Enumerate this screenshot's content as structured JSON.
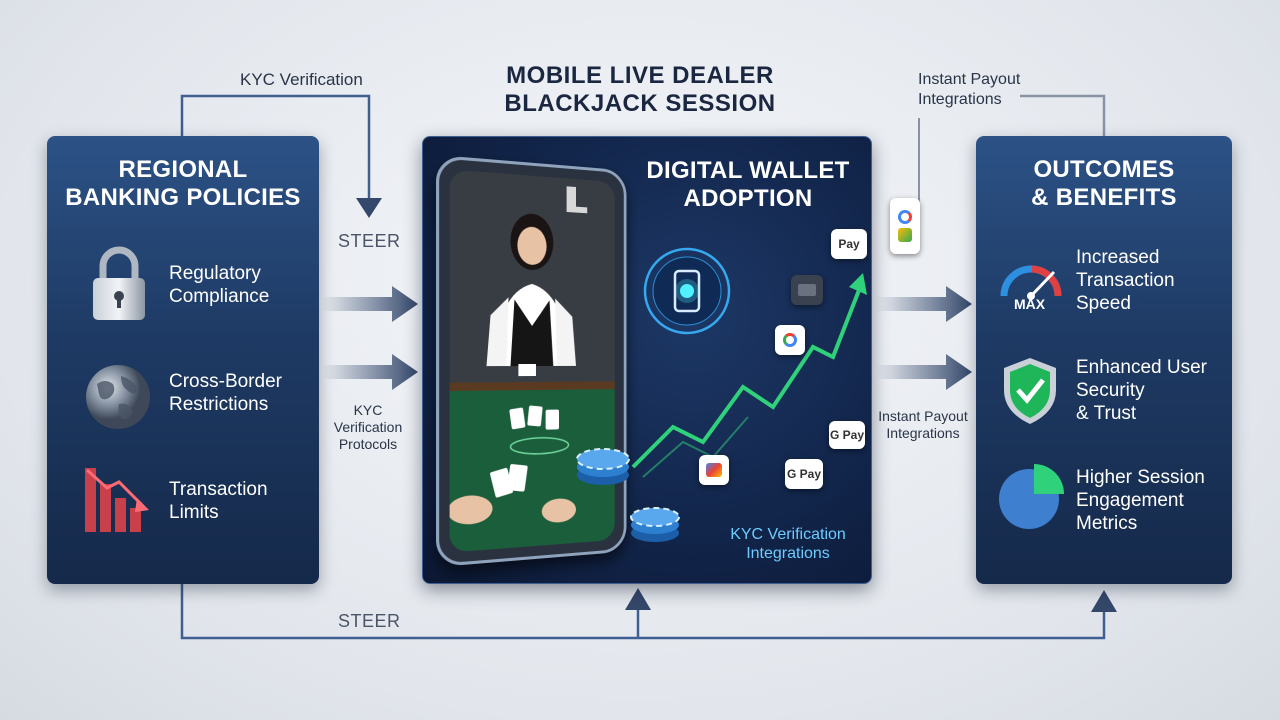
{
  "title": "MOBILE LIVE DEALER\nBLACKJACK SESSION",
  "labels": {
    "kyc_top": "KYC Verification",
    "steer_top": "STEER",
    "kyc_protocols": "KYC\nVerification\nProtocols",
    "steer_bottom": "STEER",
    "instant_payout_top": "Instant Payout\nIntegrations",
    "instant_payout_mid": "Instant Payout\nIntegrations"
  },
  "left_panel": {
    "title": "REGIONAL\nBANKING POLICIES",
    "items": [
      {
        "icon": "padlock-icon",
        "text": "Regulatory\nCompliance"
      },
      {
        "icon": "globe-icon",
        "text": "Cross-Border\nRestrictions"
      },
      {
        "icon": "declining-bars-icon",
        "text": "Transaction\nLimits"
      }
    ]
  },
  "center_panel": {
    "title": "DIGITAL WALLET\nADOPTION",
    "kyc_integrations": "KYC Verification\nIntegrations",
    "badges": [
      "Pay",
      "G Pay",
      "G Pay"
    ]
  },
  "right_panel": {
    "title": "OUTCOMES\n& BENEFITS",
    "items": [
      {
        "icon": "speedometer-icon",
        "gauge_label": "MAX",
        "text": "Increased\nTransaction\nSpeed"
      },
      {
        "icon": "shield-check-icon",
        "text": "Enhanced User\nSecurity\n& Trust"
      },
      {
        "icon": "pie-chart-icon",
        "text": "Higher Session\nEngagement\nMetrics"
      }
    ]
  },
  "colors": {
    "panel_blue": "#1e3a64",
    "arrow_blue": "#34486b",
    "connector": "#3f5f93",
    "growth_green": "#2fd27a",
    "accent_cyan": "#39b6ff"
  }
}
